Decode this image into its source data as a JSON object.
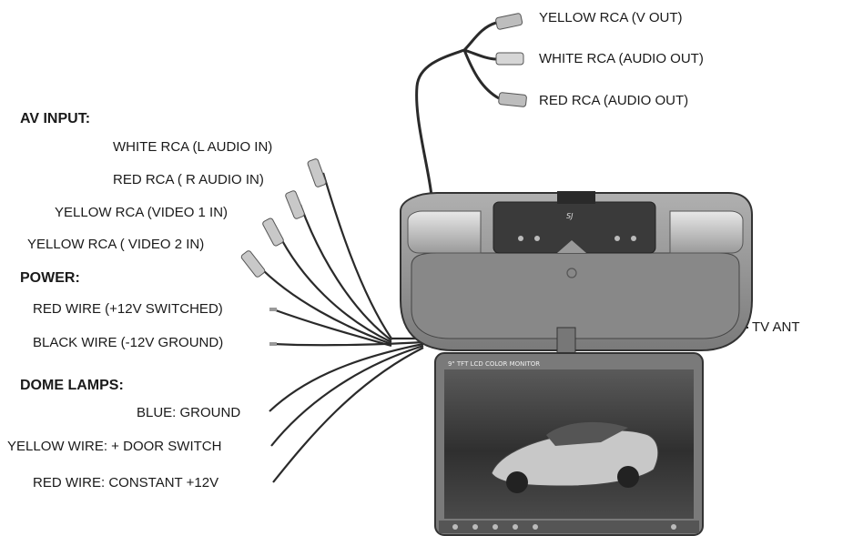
{
  "top_outputs": [
    "YELLOW RCA (V OUT)",
    "WHITE RCA (AUDIO OUT)",
    "RED RCA (AUDIO OUT)"
  ],
  "av_input": {
    "header": "AV INPUT:",
    "items": [
      "WHITE RCA (L AUDIO IN)",
      "RED RCA ( R AUDIO IN)",
      "YELLOW RCA (VIDEO 1 IN)",
      "YELLOW RCA ( VIDEO 2 IN)"
    ]
  },
  "power": {
    "header": "POWER:",
    "items": [
      "RED WIRE (+12V SWITCHED)",
      "BLACK WIRE (-12V GROUND)"
    ]
  },
  "dome_lamps": {
    "header": "DOME LAMPS:",
    "items": [
      "BLUE: GROUND",
      "YELLOW WIRE: + DOOR SWITCH",
      "RED WIRE: CONSTANT  +12V"
    ]
  },
  "antenna": "TV ANT",
  "screen_caption": "9\" TFT LCD COLOR MONITOR",
  "colors": {
    "housing": "#8e8e8e",
    "housing_dark": "#5c5c5c",
    "screen_bg": "#3d3d3d",
    "wire": "#2a2a2a",
    "lamp": "#c9c9c9"
  }
}
